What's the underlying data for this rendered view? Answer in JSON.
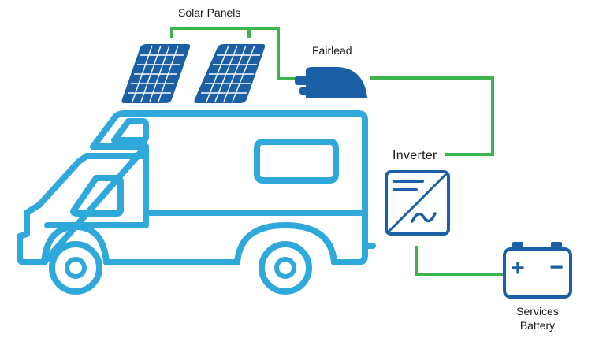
{
  "labels": {
    "solar_panels": "Solar Panels",
    "fairlead": "Fairlead",
    "inverter": "Inverter",
    "battery_line1": "Services",
    "battery_line2": "Battery"
  },
  "battery_terminals": {
    "positive": "+",
    "negative": "−"
  },
  "colors": {
    "vehicle": "#2fa8dc",
    "components": "#1b5fa6",
    "wiring": "#3cb54a",
    "text": "#1a1a1a"
  }
}
